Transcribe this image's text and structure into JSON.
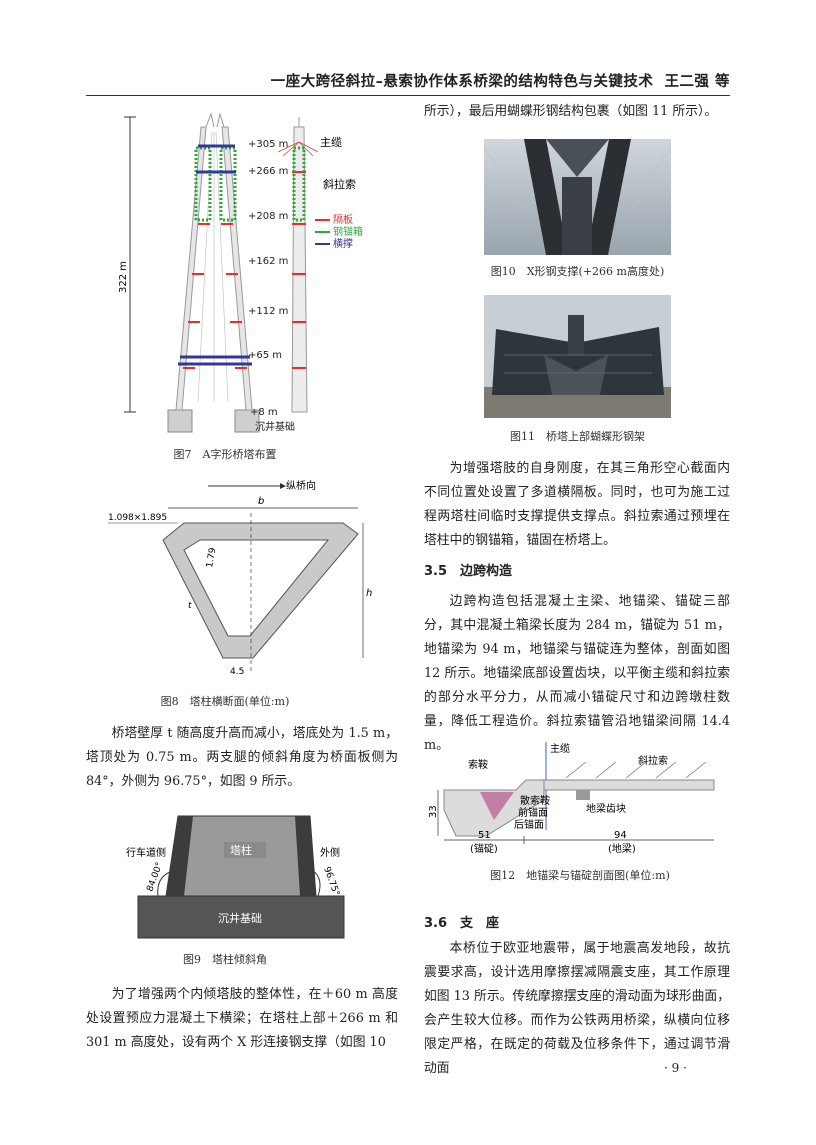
{
  "header": {
    "title": "一座大跨径斜拉–悬索协作体系桥梁的结构特色与关键技术",
    "authors": "王二强 等"
  },
  "fig7": {
    "caption": "图7　A字形桥塔布置",
    "height_label": "322 m",
    "elevations": [
      "+305 m",
      "+266 m",
      "+208 m",
      "+162 m",
      "+112 m",
      "+65 m",
      "+8 m"
    ],
    "foundation": "沉井基础",
    "labels": {
      "main_cable": "主缆",
      "stay_cable": "斜拉索"
    },
    "legend": [
      {
        "label": "隔板",
        "color": "#e03030"
      },
      {
        "label": "钢锚箱",
        "color": "#2ea83a"
      },
      {
        "label": "横撑",
        "color": "#34379a"
      }
    ]
  },
  "fig8": {
    "caption": "图8　塔柱横断面(单位:m)",
    "direction": "纵桥向",
    "dims": {
      "corner": "1.098×1.895",
      "b": "b",
      "h": "h",
      "chamfer": "1.79",
      "t": "t",
      "bottom": "4.5"
    }
  },
  "fig9": {
    "caption": "图9　塔柱倾斜角",
    "labels": {
      "tower": "塔柱",
      "foundation": "沉井基础",
      "roadway_side": "行车道侧",
      "outer_side": "外侧",
      "angle_in": "84.00°",
      "angle_out": "96.75°"
    }
  },
  "fig10": {
    "caption": "图10　X形钢支撑(+266 m高度处)"
  },
  "fig11": {
    "caption": "图11　桥塔上部蝴蝶形钢架"
  },
  "fig12": {
    "caption": "图12　地锚梁与锚碇剖面图(单位:m)",
    "labels": {
      "main_cable": "主缆",
      "saddle": "索鞍",
      "stay": "斜拉索",
      "spreader": "散索鞍",
      "front": "前锚面",
      "rear": "后锚面",
      "tooth": "地梁齿块",
      "height": "33",
      "len51": "51",
      "len94": "94",
      "anchor": "(锚碇)",
      "ground_beam": "(地梁)"
    }
  },
  "left_col": {
    "p1": "桥塔壁厚 t 随高度升高而减小，塔底处为 1.5 m，塔顶处为 0.75 m。两支腿的倾斜角度为桥面板侧为 84°，外侧为 96.75°，如图 9 所示。",
    "p2": "为了增强两个内倾塔肢的整体性，在＋60 m 高度处设置预应力混凝土下横梁；在塔柱上部＋266 m 和 301 m 高度处，设有两个 X 形连接钢支撑（如图 10"
  },
  "right_col": {
    "p0": "所示），最后用蝴蝶形钢结构包裹（如图 11 所示）。",
    "p1": "为增强塔肢的自身刚度，在其三角形空心截面内不同位置处设置了多道横隔板。同时，也可为施工过程两塔柱间临时支撑提供支撑点。斜拉索通过预埋在塔柱中的钢锚箱，锚固在桥塔上。",
    "sec35": "3.5　边跨构造",
    "p2": "边跨构造包括混凝土主梁、地锚梁、锚碇三部分，其中混凝土箱梁长度为 284 m，锚碇为 51 m，地锚梁为 94 m，地锚梁与锚碇连为整体，剖面如图 12 所示。地锚梁底部设置齿块，以平衡主缆和斜拉索的部分水平分力，从而减小锚碇尺寸和边跨墩柱数量，降低工程造价。斜拉索锚管沿地锚梁间隔 14.4 m。",
    "sec36": "3.6　支　座",
    "p3": "本桥位于欧亚地震带，属于地震高发地段，故抗震要求高，设计选用摩擦摆减隔震支座，其工作原理如图 13 所示。传统摩擦摆支座的滑动面为球形曲面，会产生较大位移。而作为公铁两用桥梁，纵横向位移限定严格，在既定的荷载及位移条件下，通过调节滑动面"
  },
  "page_number": "· 9 ·"
}
